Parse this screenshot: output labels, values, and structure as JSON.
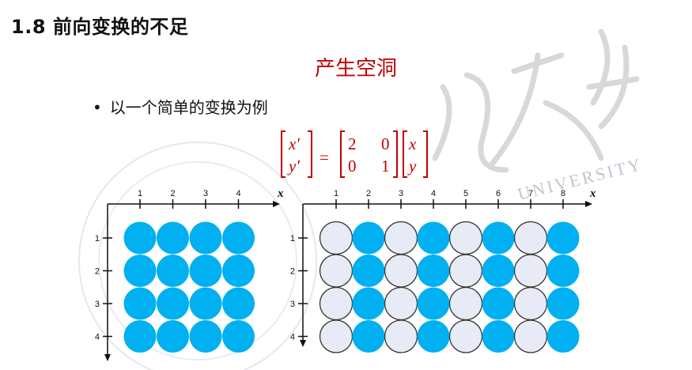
{
  "title": "1.8 前向变换的不足",
  "subtitle": "产生空洞",
  "bullet": "以一个简单的变换为例",
  "equation": {
    "lhs": [
      "x′",
      "y′"
    ],
    "matrix": [
      [
        "2",
        "0"
      ],
      [
        "0",
        "1"
      ]
    ],
    "rhs": [
      "x",
      "y"
    ],
    "equals": "="
  },
  "watermark": {
    "text": "UNIVERSITY"
  },
  "colors": {
    "filled": "#00b0f0",
    "empty": "#e6ebf5",
    "title_red": "#c00000"
  },
  "grid_left": {
    "x_ticks": [
      "1",
      "2",
      "3",
      "4"
    ],
    "y_ticks": [
      "1",
      "2",
      "3",
      "4"
    ],
    "x_label": "x",
    "cells": [
      [
        1,
        1,
        1,
        1
      ],
      [
        1,
        1,
        1,
        1
      ],
      [
        1,
        1,
        1,
        1
      ],
      [
        1,
        1,
        1,
        1
      ]
    ]
  },
  "grid_right": {
    "x_ticks": [
      "1",
      "2",
      "3",
      "4",
      "5",
      "6",
      "7",
      "8"
    ],
    "y_ticks": [
      "1",
      "2",
      "3",
      "4"
    ],
    "x_label": "x",
    "cells": [
      [
        0,
        1,
        0,
        1,
        0,
        1,
        0,
        1
      ],
      [
        0,
        1,
        0,
        1,
        0,
        1,
        0,
        1
      ],
      [
        0,
        1,
        0,
        1,
        0,
        1,
        0,
        1
      ],
      [
        0,
        1,
        0,
        1,
        0,
        1,
        0,
        1
      ]
    ]
  }
}
